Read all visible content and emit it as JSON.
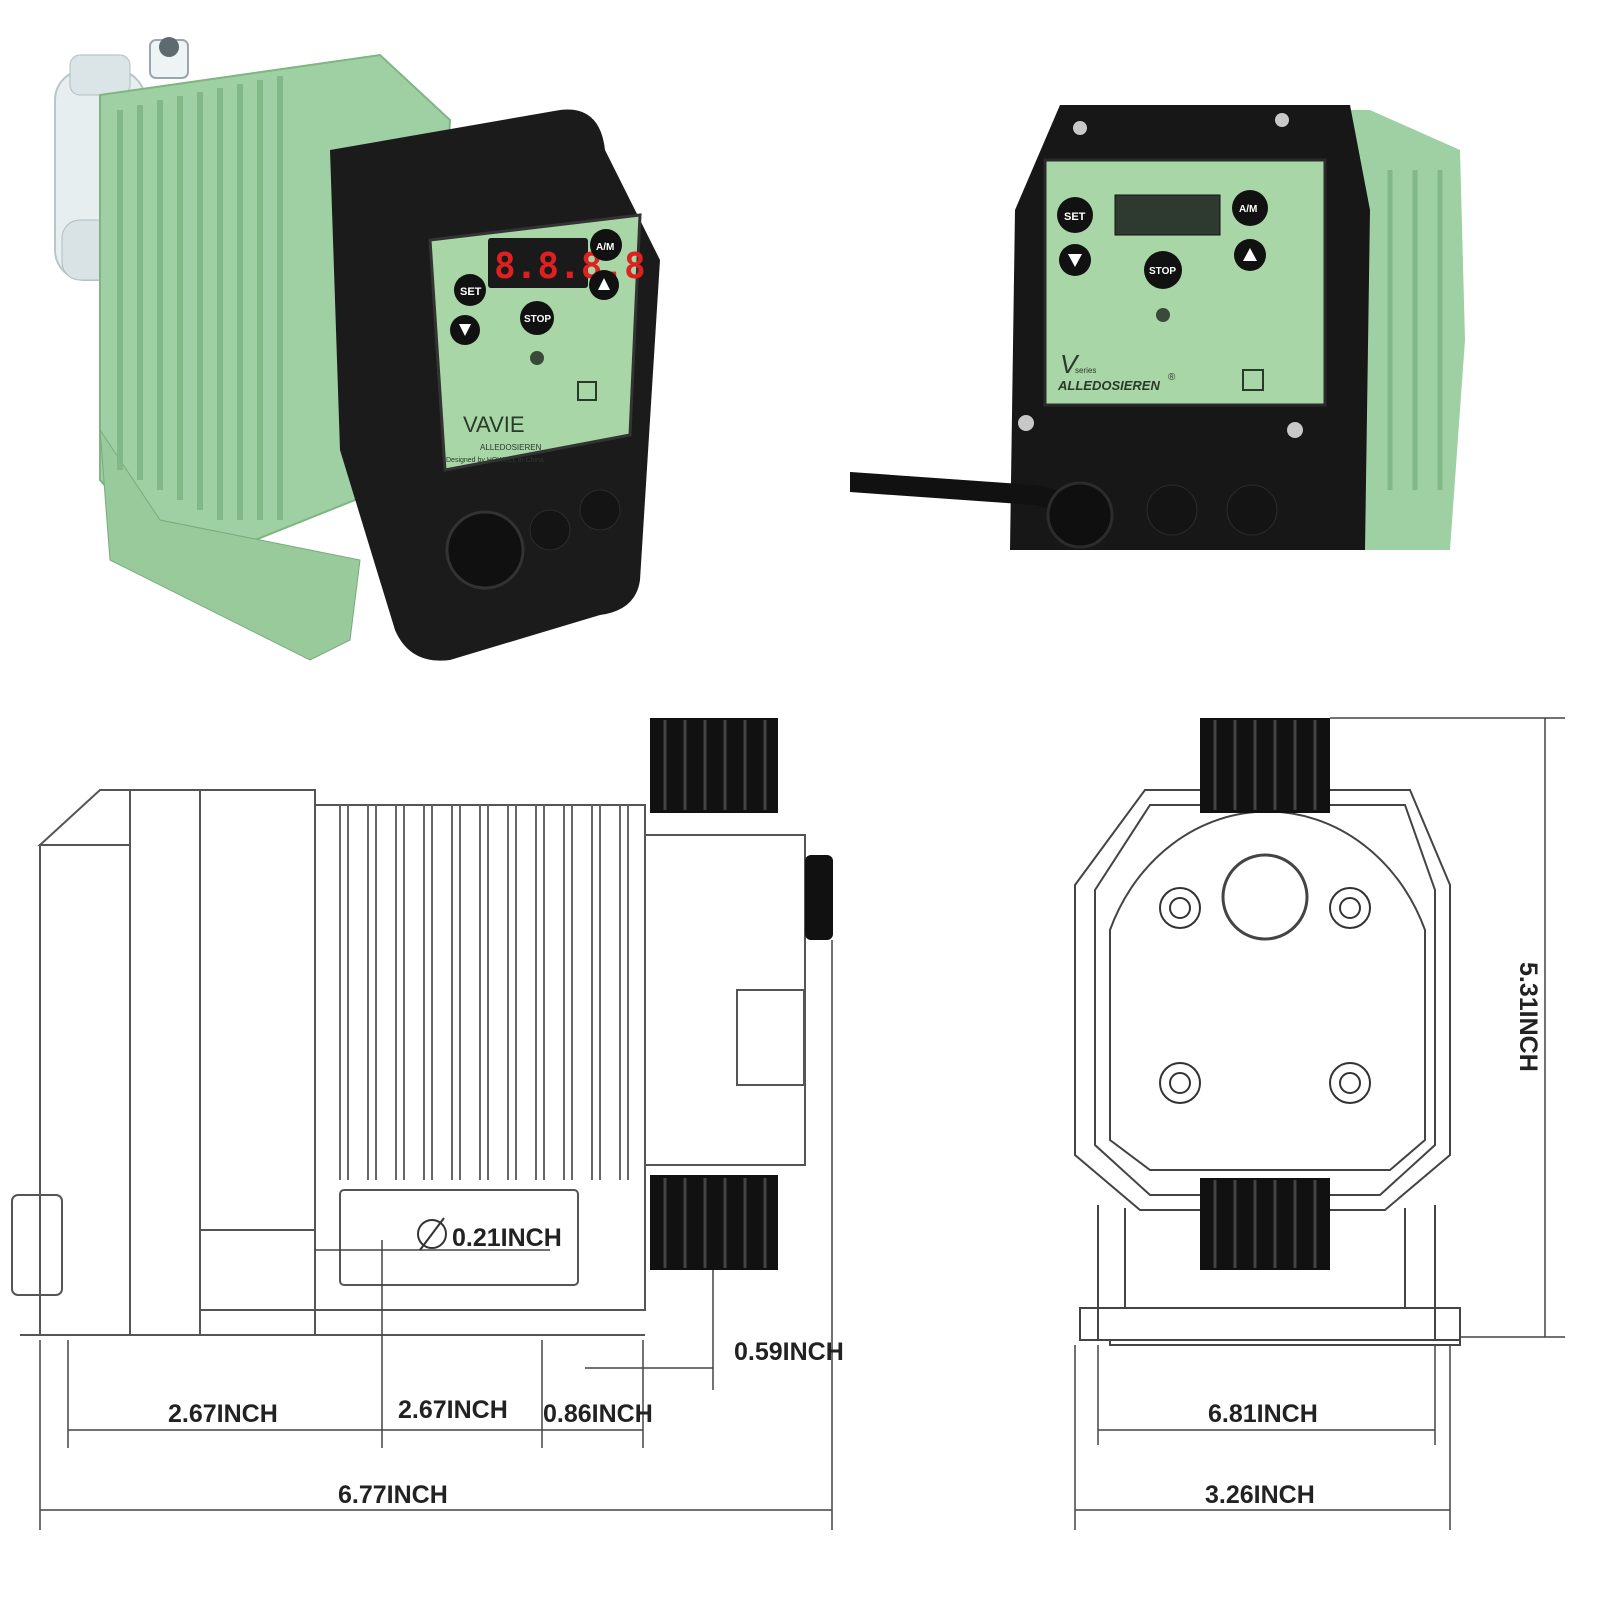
{
  "pump_left": {
    "display_digits": "8.8.8.8",
    "buttons": {
      "set": "SET",
      "am": "A/M",
      "stop": "STOP"
    },
    "brand": "VAVIE",
    "subbrand": "ALLEDOSIEREN",
    "designed_by": "Designed by HOWELL in China"
  },
  "pump_right": {
    "buttons": {
      "set": "SET",
      "am": "A/M",
      "stop": "STOP"
    },
    "series_mark": "V",
    "series_word": "series",
    "brand": "ALLEDOSIEREN",
    "registered": "®"
  },
  "side_view": {
    "dims": {
      "hole_diameter": "0.21INCH",
      "offset_059": "0.59INCH",
      "base_left": "2.67INCH",
      "base_middle": "2.67INCH",
      "base_right": "0.86INCH",
      "overall_length": "6.77INCH"
    },
    "diameter_symbol": "⌀"
  },
  "front_view": {
    "dims": {
      "height": "5.31INCH",
      "base_width": "6.81INCH",
      "overall_width": "3.26INCH"
    }
  },
  "colors": {
    "pump_green": "#9fd0a3",
    "housing_black": "#1b1b1b",
    "panel_green": "#a9d6a6",
    "led_red": "#e02020"
  }
}
